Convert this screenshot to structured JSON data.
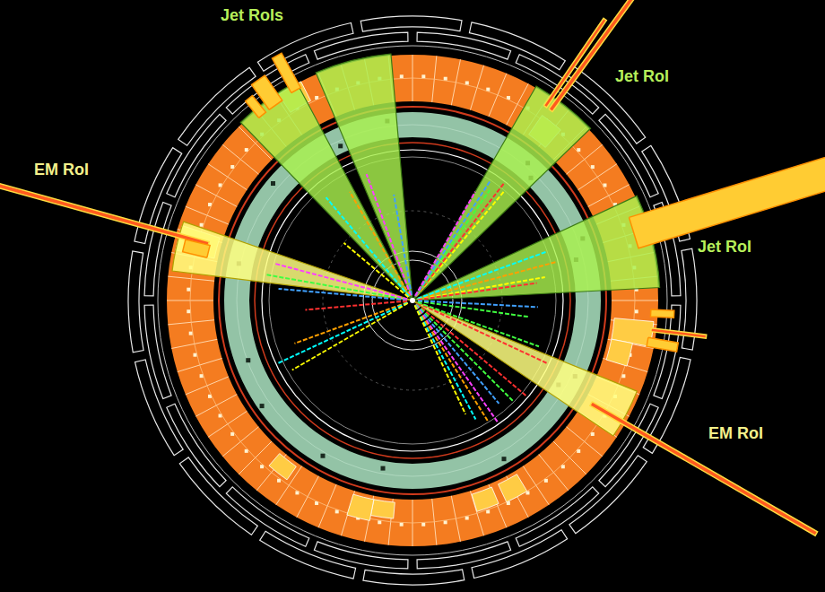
{
  "diagram": {
    "labels": [
      "Jet RoIs",
      "Jet RoI",
      "EM RoI",
      "Jet RoI",
      "EM RoI"
    ]
  }
}
